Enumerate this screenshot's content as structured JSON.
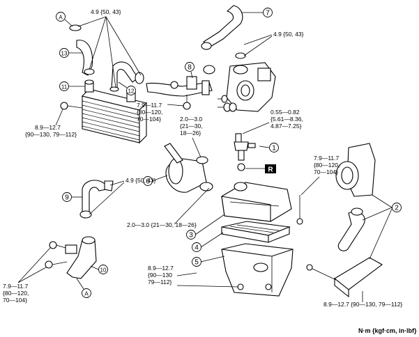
{
  "torques": {
    "t1": "4.9 {50, 43}",
    "t2": "4.9 {50, 43}",
    "t3": [
      "8.9—12.7",
      "{90—130, 79—112}"
    ],
    "t4": [
      "7.9—11.7",
      "{80—120,",
      "70—104}"
    ],
    "t5": [
      "2.0—3.0",
      "{21—30,",
      "18—26}"
    ],
    "t6": [
      "0.55—0.82",
      "{5.61—8.36,",
      "4.87—7.25}"
    ],
    "t7": [
      "7.9—11.7",
      "{80—120,",
      "70—104}"
    ],
    "t8": "4.9 {50, 43}",
    "t9": "2.0—3.0 {21—30, 18—26}",
    "t10": [
      "8.9—12.7",
      "{90—130",
      "79—112}"
    ],
    "t11": [
      "7.9—11.7",
      "{80—120,",
      "70—104}"
    ],
    "t12": "8.9—12.7 {90—130, 79—112}"
  },
  "callouts": [
    "1",
    "2",
    "3",
    "4",
    "5",
    "6",
    "7",
    "8",
    "9",
    "10",
    "11",
    "12",
    "13"
  ],
  "connector_letter": "A",
  "replace_mark": "R",
  "units": "N·m {kgf·cm, in·lbf}"
}
